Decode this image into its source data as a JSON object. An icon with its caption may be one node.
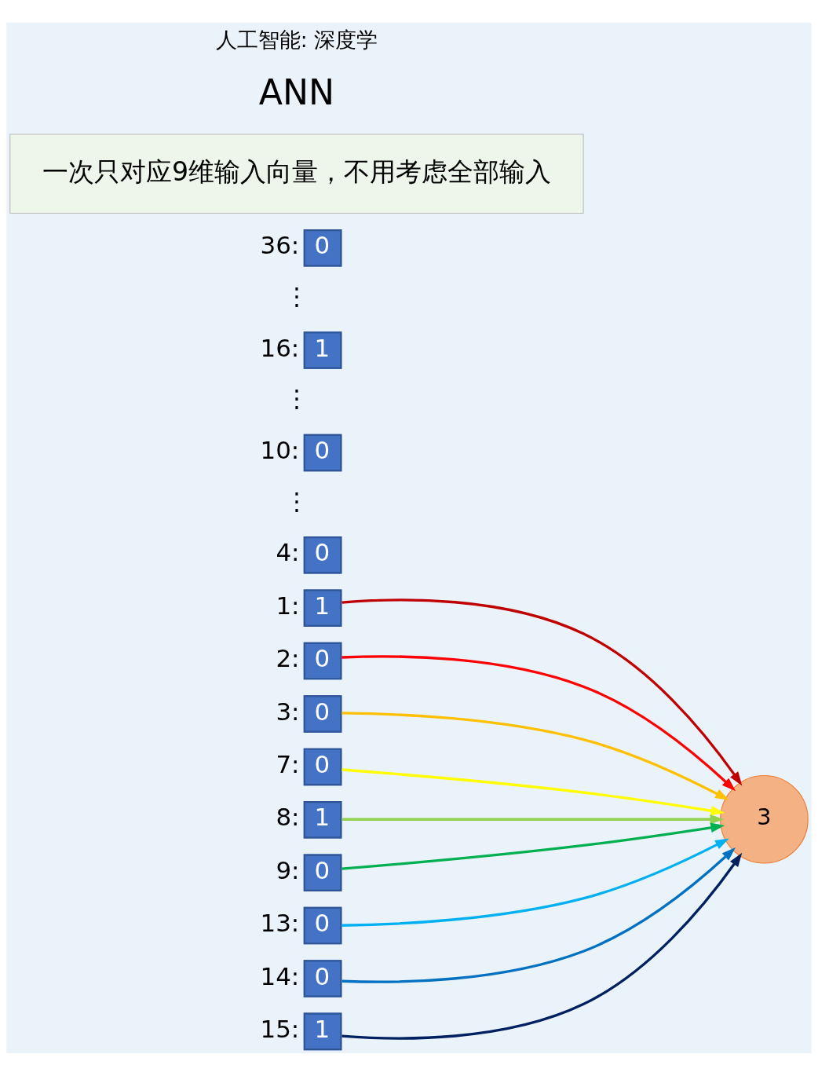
{
  "diagram": {
    "nodes": [
      {
        "text": [
          "1"
        ],
        "beside": [
          "1:"
        ]
      },
      {
        "text": [
          "0"
        ],
        "beside": [
          "2:"
        ]
      },
      {
        "text": [
          "0"
        ],
        "beside": [
          "3:"
        ]
      },
      {
        "text": [
          "0"
        ],
        "beside": [
          "4:"
        ]
      },
      {
        "text": [
          "0"
        ],
        "beside": [
          "7:"
        ]
      },
      {
        "text": [
          "1"
        ],
        "beside": [
          "8:"
        ]
      },
      {
        "text": [
          "0"
        ],
        "beside": [
          "9:"
        ]
      },
      {
        "text": [
          "0"
        ],
        "beside": [
          "10:"
        ]
      },
      {
        "text": [
          "0"
        ],
        "beside": [
          "13:"
        ]
      },
      {
        "text": [
          "0"
        ],
        "beside": [
          "14:"
        ]
      },
      {
        "text": [
          "1"
        ],
        "beside": [
          "15:"
        ]
      },
      {
        "text": [
          "1"
        ],
        "beside": [
          "16:"
        ]
      },
      {
        "text": [
          "0"
        ],
        "beside": [
          "36:"
        ]
      },
      {
        "text": [
          "3"
        ]
      },
      {
        "text": [
          "一次只对应9维输入向量，不用考虑全部输入"
        ]
      }
    ],
    "edges": [
      {
        "from": 0,
        "to": 13,
        "arrow": "to",
        "color": "#c00000"
      },
      {
        "from": 1,
        "to": 13,
        "arrow": "to",
        "color": "#ff0000"
      },
      {
        "from": 2,
        "to": 13,
        "arrow": "to",
        "color": "#ffc000"
      },
      {
        "from": 4,
        "to": 13,
        "arrow": "to",
        "color": "#ffff00"
      },
      {
        "from": 5,
        "to": 13,
        "arrow": "to",
        "color": "#92d050"
      },
      {
        "from": 6,
        "to": 13,
        "arrow": "to",
        "color": "#00b050"
      },
      {
        "from": 8,
        "to": 13,
        "arrow": "to",
        "color": "#00b0f0"
      },
      {
        "from": 9,
        "to": 13,
        "arrow": "to",
        "color": "#0070c0"
      },
      {
        "from": 10,
        "to": 13,
        "arrow": "to",
        "color": "#002060"
      }
    ],
    "labels": [
      "⋮",
      "⋮",
      "⋮",
      "ANN",
      "人工智能: 深度学"
    ]
  }
}
